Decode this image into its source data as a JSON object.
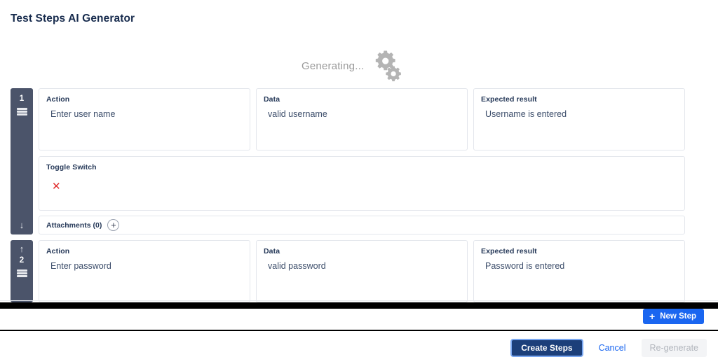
{
  "header": {
    "title": "Test Steps AI Generator"
  },
  "status": {
    "generating_text": "Generating...",
    "gear_icon": "gears-icon",
    "gear_color": "#b4b4b4"
  },
  "columns": {
    "action": "Action",
    "data": "Data",
    "expected": "Expected result"
  },
  "toggle": {
    "label": "Toggle Switch",
    "value_icon": "red-x-icon",
    "value_symbol": "✕",
    "value_color": "#e02b2b"
  },
  "attachments": {
    "label": "Attachments (0)",
    "add_icon": "plus-icon",
    "add_symbol": "+"
  },
  "steps": [
    {
      "number": "1",
      "move_icon": "arrow-down-icon",
      "move_symbol": "↓",
      "drag_icon": "drag-handle-icon",
      "action": "Enter user name",
      "data": "valid username",
      "expected": "Username is entered"
    },
    {
      "number": "2",
      "move_icon": "arrow-up-icon",
      "move_symbol": "↑",
      "drag_icon": "drag-handle-icon",
      "action": "Enter password",
      "data": "valid password",
      "expected": "Password is entered"
    }
  ],
  "toolbar": {
    "new_step_label": "New Step",
    "new_step_plus": "+",
    "new_step_color": "#1a66f0"
  },
  "footer": {
    "create_label": "Create Steps",
    "cancel_label": "Cancel",
    "regenerate_label": "Re-generate",
    "create_bg": "#1c3f7a",
    "create_focus_ring": "#7aa7f0",
    "cancel_color": "#1a66f0",
    "regenerate_color": "#b2b6bd"
  }
}
